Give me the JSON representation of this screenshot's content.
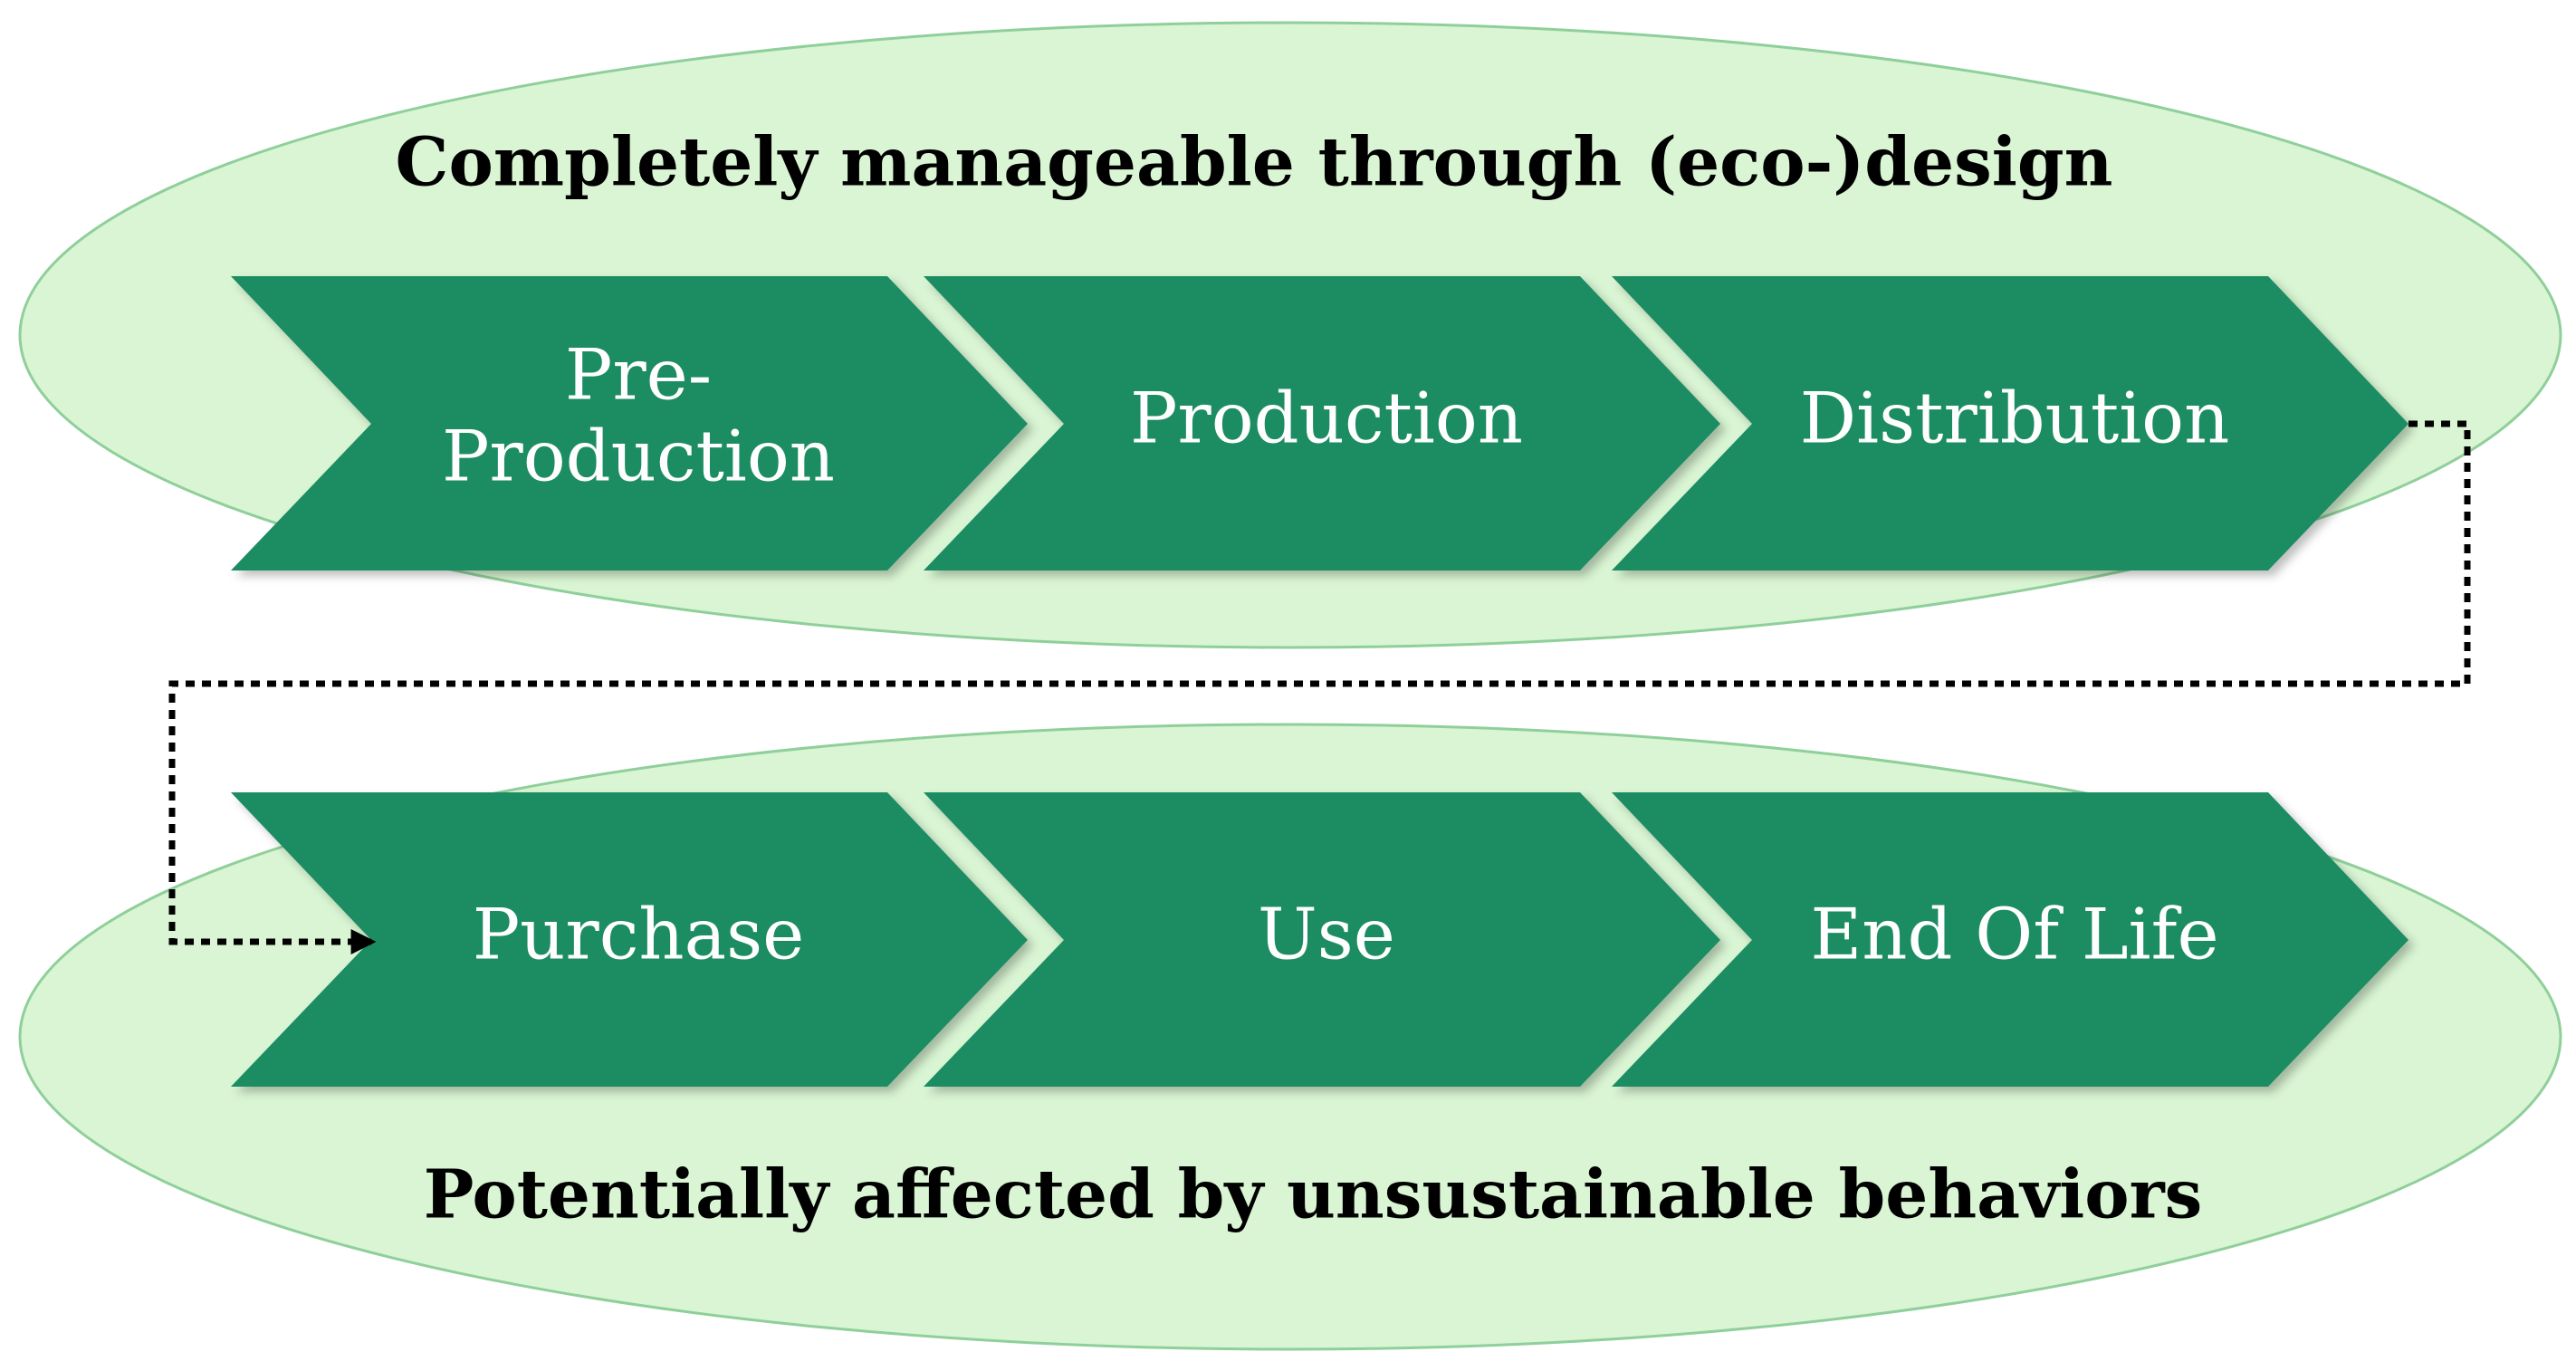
{
  "groups": {
    "top": {
      "title": "Completely manageable through (eco-)design"
    },
    "bottom": {
      "title": "Potentially affected by unsustainable behaviors"
    }
  },
  "stages": [
    {
      "name": "Pre-Production",
      "lines": [
        "Pre-",
        "Production"
      ]
    },
    {
      "name": "Production",
      "lines": [
        "Production"
      ]
    },
    {
      "name": "Distribution",
      "lines": [
        "Distribution"
      ]
    },
    {
      "name": "Purchase",
      "lines": [
        "Purchase"
      ]
    },
    {
      "name": "Use",
      "lines": [
        "Use"
      ]
    },
    {
      "name": "End Of Life",
      "lines": [
        "End Of Life"
      ]
    }
  ],
  "colors": {
    "ellipse_fill": "#d9f5d3",
    "ellipse_stroke": "#8fcf9a",
    "chevron": "#1e8c64",
    "stage_text": "#ffffff",
    "title_text": "#000000",
    "connector": "#000000"
  }
}
